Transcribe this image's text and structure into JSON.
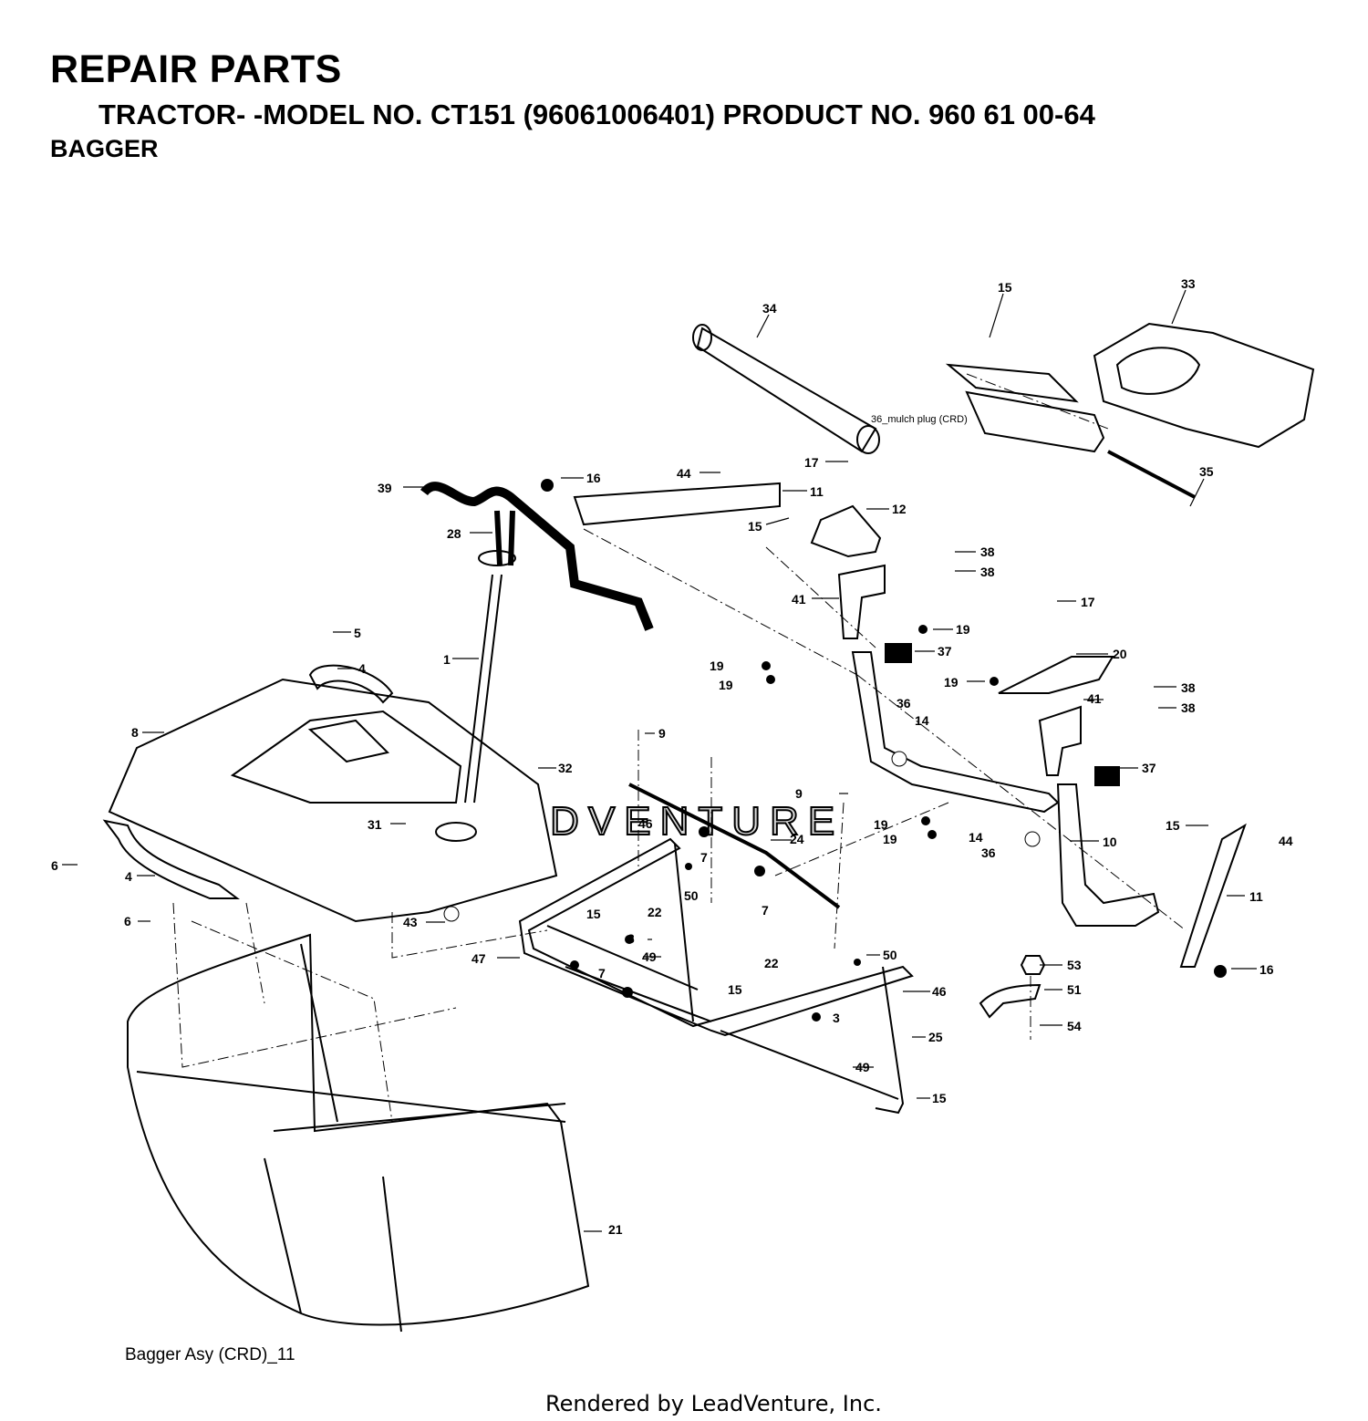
{
  "header": {
    "title": "REPAIR PARTS",
    "subtitle": "TRACTOR- -MODEL NO. CT151 (96061006401) PRODUCT NO. 960 61 00-64",
    "section": "BAGGER"
  },
  "diagram": {
    "caption": "Bagger Asy (CRD)_11",
    "plug_label": "36_mulch plug (CRD)",
    "watermark": "LEADVENTURE",
    "callouts": [
      "1",
      "3",
      "4",
      "5",
      "6",
      "7",
      "8",
      "9",
      "10",
      "11",
      "12",
      "14",
      "15",
      "16",
      "17",
      "19",
      "20",
      "21",
      "22",
      "24",
      "25",
      "28",
      "31",
      "32",
      "33",
      "34",
      "35",
      "36",
      "37",
      "38",
      "39",
      "41",
      "43",
      "44",
      "46",
      "47",
      "49",
      "50",
      "51",
      "53",
      "54"
    ]
  },
  "footer": {
    "rendered_by": "Rendered by LeadVenture, Inc."
  }
}
